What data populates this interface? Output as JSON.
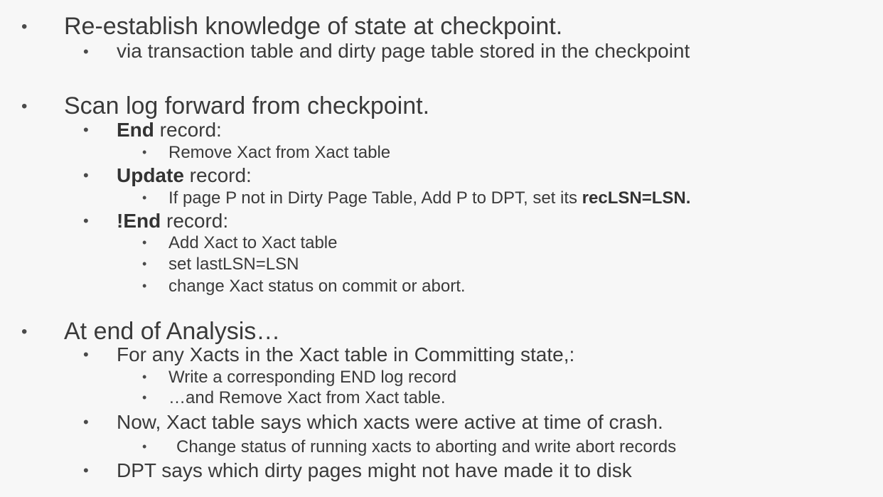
{
  "items": [
    {
      "text": "Re-establish knowledge of state at checkpoint."
    },
    {
      "text": "via transaction table and dirty page table stored in the checkpoint"
    },
    {
      "text": "Scan log forward from checkpoint."
    },
    {
      "bold": "End",
      "rest": " record:"
    },
    {
      "text": "Remove Xact from Xact table"
    },
    {
      "bold": "Update",
      "rest": " record:"
    },
    {
      "text": "If page P not in Dirty Page Table, Add P to DPT, set its ",
      "bold": "recLSN=LSN."
    },
    {
      "bold": "!End",
      "rest": " record:"
    },
    {
      "text": "Add Xact to Xact table"
    },
    {
      "text": "set lastLSN=LSN"
    },
    {
      "text": "change Xact status on commit or abort."
    },
    {
      "text": "At end of Analysis…"
    },
    {
      "text": "For any Xacts in the Xact table in Committing state,:"
    },
    {
      "text": "Write a corresponding END log record"
    },
    {
      "text": "…and Remove Xact from Xact table."
    },
    {
      "text": "Now, Xact table says which xacts were active at time of crash."
    },
    {
      "text": "Change status of running xacts to aborting and write abort records"
    },
    {
      "text": "DPT says which dirty pages might not have made it to disk"
    }
  ],
  "bullet_char": "•"
}
